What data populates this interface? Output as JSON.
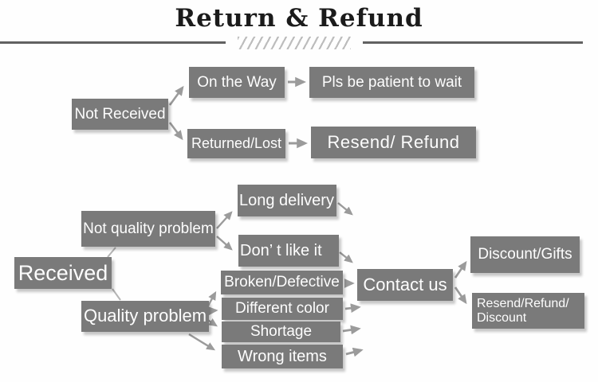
{
  "title": "Return & Refund",
  "decoration": {
    "hatch_pattern": "////////////////"
  },
  "colors": {
    "node_fill": "#7a7a7a",
    "node_text": "#fdfdfd",
    "arrow": "#9b9b9b",
    "rule": "#616161",
    "title_text": "#1b1b1b",
    "background": "#fefefe"
  },
  "nodes": {
    "not_received": "Not Received",
    "on_the_way": "On the Way",
    "pls_wait": "Pls be patient to wait",
    "returned_lost": "Returned/Lost",
    "resend_refund": "Resend/ Refund",
    "received": "Received",
    "not_quality": "Not quality problem",
    "quality": "Quality problem",
    "long_delivery": "Long delivery",
    "dont_like": "Don’ t like it",
    "broken": "Broken/Defective",
    "different_color": "Different color",
    "shortage": "Shortage",
    "wrong_items": "Wrong items",
    "contact_us": "Contact us",
    "discount_gifts": "Discount/Gifts",
    "resend_refund_discount": "Resend/Refund/\nDiscount"
  },
  "edges": [
    {
      "from": "Not Received",
      "to": "On the Way"
    },
    {
      "from": "Not Received",
      "to": "Returned/Lost"
    },
    {
      "from": "On the Way",
      "to": "Pls be patient to wait"
    },
    {
      "from": "Returned/Lost",
      "to": "Resend/ Refund"
    },
    {
      "from": "Not quality problem",
      "to": "Received"
    },
    {
      "from": "Received",
      "to": "Quality problem"
    },
    {
      "from": "Not quality problem",
      "to": "Long delivery"
    },
    {
      "from": "Not quality problem",
      "to": "Don’ t like it"
    },
    {
      "from": "Long delivery",
      "to": "Contact us"
    },
    {
      "from": "Don’ t like it",
      "to": "Contact us"
    },
    {
      "from": "Quality problem",
      "to": "Broken/Defective"
    },
    {
      "from": "Quality problem",
      "to": "Different color"
    },
    {
      "from": "Quality problem",
      "to": "Shortage"
    },
    {
      "from": "Quality problem",
      "to": "Wrong items"
    },
    {
      "from": "Broken/Defective",
      "to": "Contact us"
    },
    {
      "from": "Different color",
      "to": "Contact us"
    },
    {
      "from": "Shortage",
      "to": "Contact us"
    },
    {
      "from": "Wrong items",
      "to": "Contact us"
    },
    {
      "from": "Contact us",
      "to": "Discount/Gifts"
    },
    {
      "from": "Contact us",
      "to": "Resend/Refund/Discount"
    }
  ]
}
